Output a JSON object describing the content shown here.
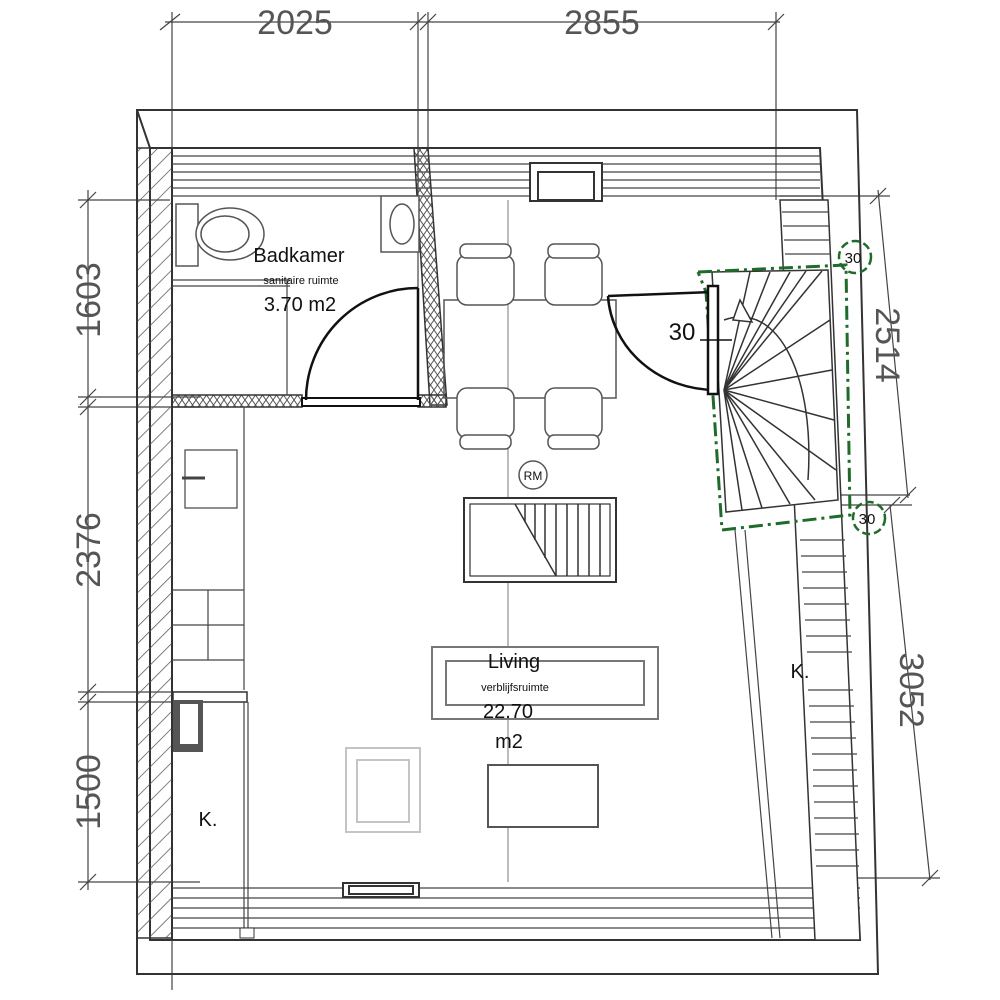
{
  "dimensions": {
    "top": [
      "2025",
      "2855"
    ],
    "left": [
      "1603",
      "2376",
      "1500"
    ],
    "right": [
      "2514",
      "3052"
    ]
  },
  "rooms": {
    "bathroom": {
      "name": "Badkamer",
      "type": "sanitaire ruimte",
      "area": "3.70 m2"
    },
    "living": {
      "name": "Living",
      "type": "verblijfsruimte",
      "area_line1": "22.70",
      "area_line2": "m2"
    },
    "closet_left": "K.",
    "closet_right": "K."
  },
  "markers": {
    "rm": "RM",
    "fire_rating_door": "30",
    "fire_rating_top": "30",
    "fire_rating_bottom": "30"
  },
  "colors": {
    "fire_boundary": "#1f6b2a",
    "lines": "#333333"
  }
}
